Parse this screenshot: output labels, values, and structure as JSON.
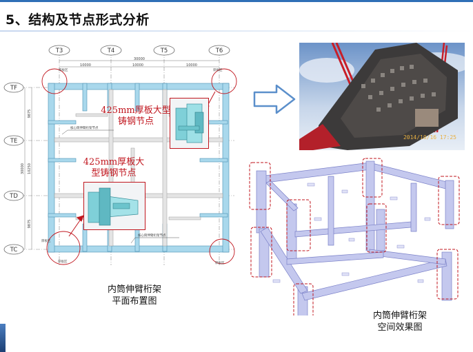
{
  "header": {
    "title": "5、结构及节点形式分析"
  },
  "plan": {
    "axis_columns": [
      "T3",
      "T4",
      "T5",
      "T6"
    ],
    "axis_rows": [
      "TF",
      "TE",
      "TD",
      "TC"
    ],
    "dim_top_total": "30000",
    "dim_top_segments": [
      "10000",
      "10000",
      "10000"
    ],
    "dim_left_total": "30000",
    "dim_left_segments": [
      "9875",
      "10250",
      "9875"
    ],
    "tag_thick_plate": "厚板区",
    "note_top": "核心筒伸臂桁架节点",
    "note_bottom": "核心筒伸臂桁架节点",
    "label_node_right": "425mm厚板大型铸钢节点",
    "label_node_left": "425mm厚板大型铸钢节点",
    "caption": [
      "内筒伸臂桁架",
      "平面布置图"
    ]
  },
  "photo": {
    "timestamp": "2014/10/16 17:25"
  },
  "view3d": {
    "caption": [
      "内筒伸臂桁架",
      "空间效果图"
    ]
  },
  "colors": {
    "accent_red": "#c0141c",
    "plan_beam": "#9fd3e8",
    "steel_model": "#b8bde8"
  }
}
